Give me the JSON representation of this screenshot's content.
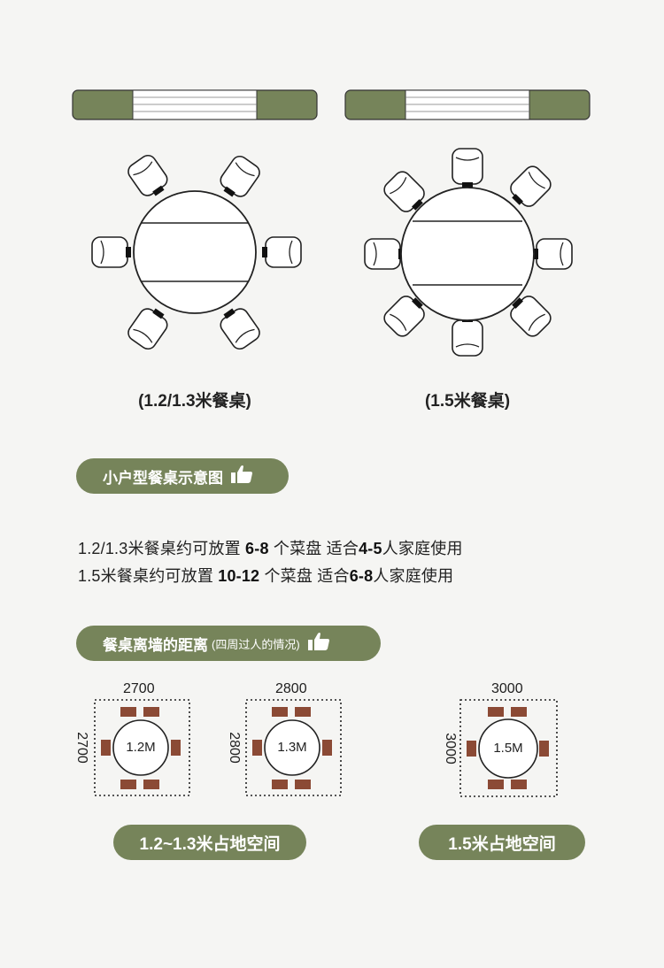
{
  "captions": {
    "small_table": "(1.2/1.3米餐桌)",
    "large_table": "(1.5米餐桌)"
  },
  "section1": {
    "title": "小户型餐桌示意图"
  },
  "description": {
    "line1": {
      "p1": "1.2/1.3米餐桌约可放置 ",
      "n1": "6-8",
      "p2": " 个菜盘 适合",
      "n2": "4-5",
      "p3": "人家庭使用"
    },
    "line2": {
      "p1": "1.5米餐桌约可放置 ",
      "n1": "10-12",
      "p2": " 个菜盘 适合",
      "n2": "6-8",
      "p3": "人家庭使用"
    }
  },
  "section2": {
    "title": "餐桌离墙的距离",
    "subtitle": "(四周过人的情况)"
  },
  "layouts": [
    {
      "width": "2700",
      "depth": "2700",
      "table": "1.2M"
    },
    {
      "width": "2800",
      "depth": "2800",
      "table": "1.3M"
    },
    {
      "width": "3000",
      "depth": "3000",
      "table": "1.5M"
    }
  ],
  "bottom_labels": {
    "small": "1.2~1.3米占地空间",
    "large": "1.5米占地空间"
  },
  "colors": {
    "olive": "#76845a",
    "chair_brown": "#8b4a35",
    "background": "#f5f5f3",
    "line": "#2a2a2a"
  },
  "icons": [
    "thumbs-up-icon"
  ]
}
